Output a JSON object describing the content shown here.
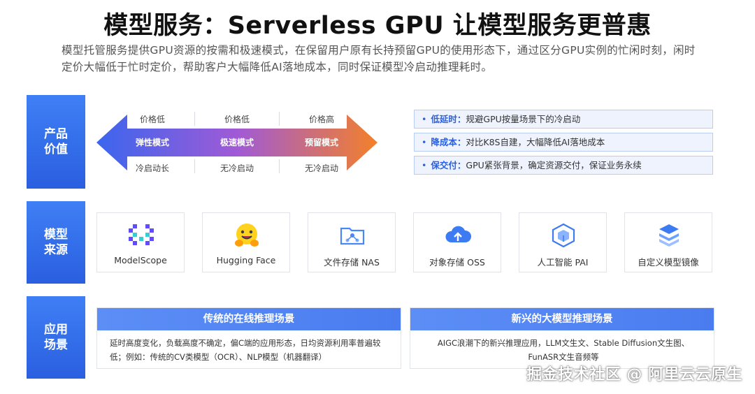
{
  "header": {
    "title": "模型服务：Serverless GPU 让模型服务更普惠",
    "subtitle": "模型托管服务提供GPU资源的按需和极速模式，在保留用户原有长持预留GPU的使用形态下，通过区分GPU实例的忙闲时刻，闲时定价大幅低于忙时定价，帮助客户大幅降低AI落地成本，同时保证模型冷启动推理耗时。"
  },
  "product_value": {
    "label": "产品\n价值",
    "modes": [
      {
        "name": "弹性模式",
        "top": "价格低",
        "bottom": "冷启动长"
      },
      {
        "name": "极速模式",
        "top": "价格低",
        "bottom": "无冷启动"
      },
      {
        "name": "预留模式",
        "top": "价格高",
        "bottom": "无冷启动"
      }
    ],
    "values": [
      {
        "key": "低延时：",
        "text": "规避GPU按量场景下的冷启动"
      },
      {
        "key": "降成本：",
        "text": "对比K8S自建，大幅降低AI落地成本"
      },
      {
        "key": "保交付：",
        "text": "GPU紧张背景，确定资源交付，保证业务永续"
      }
    ],
    "bullet": "•",
    "colors": {
      "left": "#3d6df0",
      "mid": "#9a5ad8",
      "right": "#f07a2c"
    }
  },
  "model_sources": {
    "label": "模型\n来源",
    "items": [
      {
        "name": "ModelScope",
        "icon": "modelscope-icon"
      },
      {
        "name": "Hugging Face",
        "icon": "hugging-face-icon"
      },
      {
        "name": "文件存储 NAS",
        "icon": "nas-icon"
      },
      {
        "name": "对象存储 OSS",
        "icon": "oss-cloud-icon"
      },
      {
        "name": "人工智能 PAI",
        "icon": "pai-cube-icon"
      },
      {
        "name": "自定义模型镜像",
        "icon": "layers-icon"
      }
    ]
  },
  "application_scenarios": {
    "label": "应用\n场景",
    "boxes": [
      {
        "title": "传统的在线推理场景",
        "text": "延时高度变化，负载高度不确定，偏C端的应用形态，日均资源利用率普遍较低；例如：传统的CV类模型（OCR）、NLP模型（机器翻译）"
      },
      {
        "title": "新兴的大模型推理场景",
        "text": "AIGC浪潮下的新兴推理应用，LLM文生文、Stable Diffusion文生图、FunASR文生音频等"
      }
    ]
  },
  "watermark": "掘金技术社区 @ 阿里云云原生"
}
